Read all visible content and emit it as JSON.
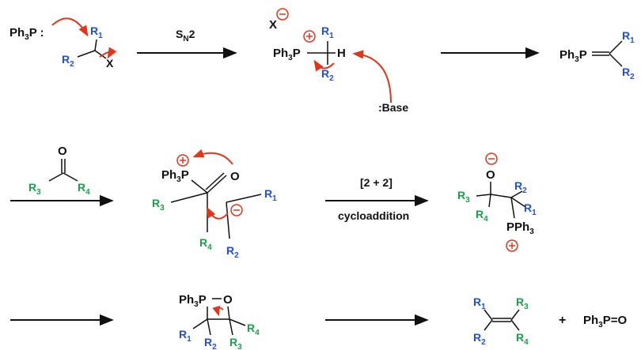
{
  "colors": {
    "black": "#111111",
    "blue": "#1f4fe0",
    "green": "#17a34a",
    "red": "#e2361c"
  },
  "row1": {
    "reagent": "Ph3P :",
    "sn2_label": "SN2",
    "x_anion": "X",
    "base": ":Base",
    "ylide": "Ph3P=",
    "r1": "R1",
    "r2": "R2",
    "leaving_group": "X",
    "h": "H"
  },
  "row2": {
    "carbonyl_o": "O",
    "r3": "R3",
    "r4": "R4",
    "step_label_top": "[2 + 2]",
    "step_label_bottom": "cycloaddition",
    "pph3": "PPh3",
    "ph3p": "Ph3P",
    "o": "O"
  },
  "row3": {
    "oxaphosphetane": "Ph3P–O",
    "plus": "+",
    "byproduct": "Ph3P=O",
    "alkene_subs": [
      "R1",
      "R2",
      "R3",
      "R4"
    ]
  },
  "icons": [
    "arrow-right-icon",
    "curved-arrow-icon",
    "plus-charge-icon",
    "minus-charge-icon"
  ]
}
